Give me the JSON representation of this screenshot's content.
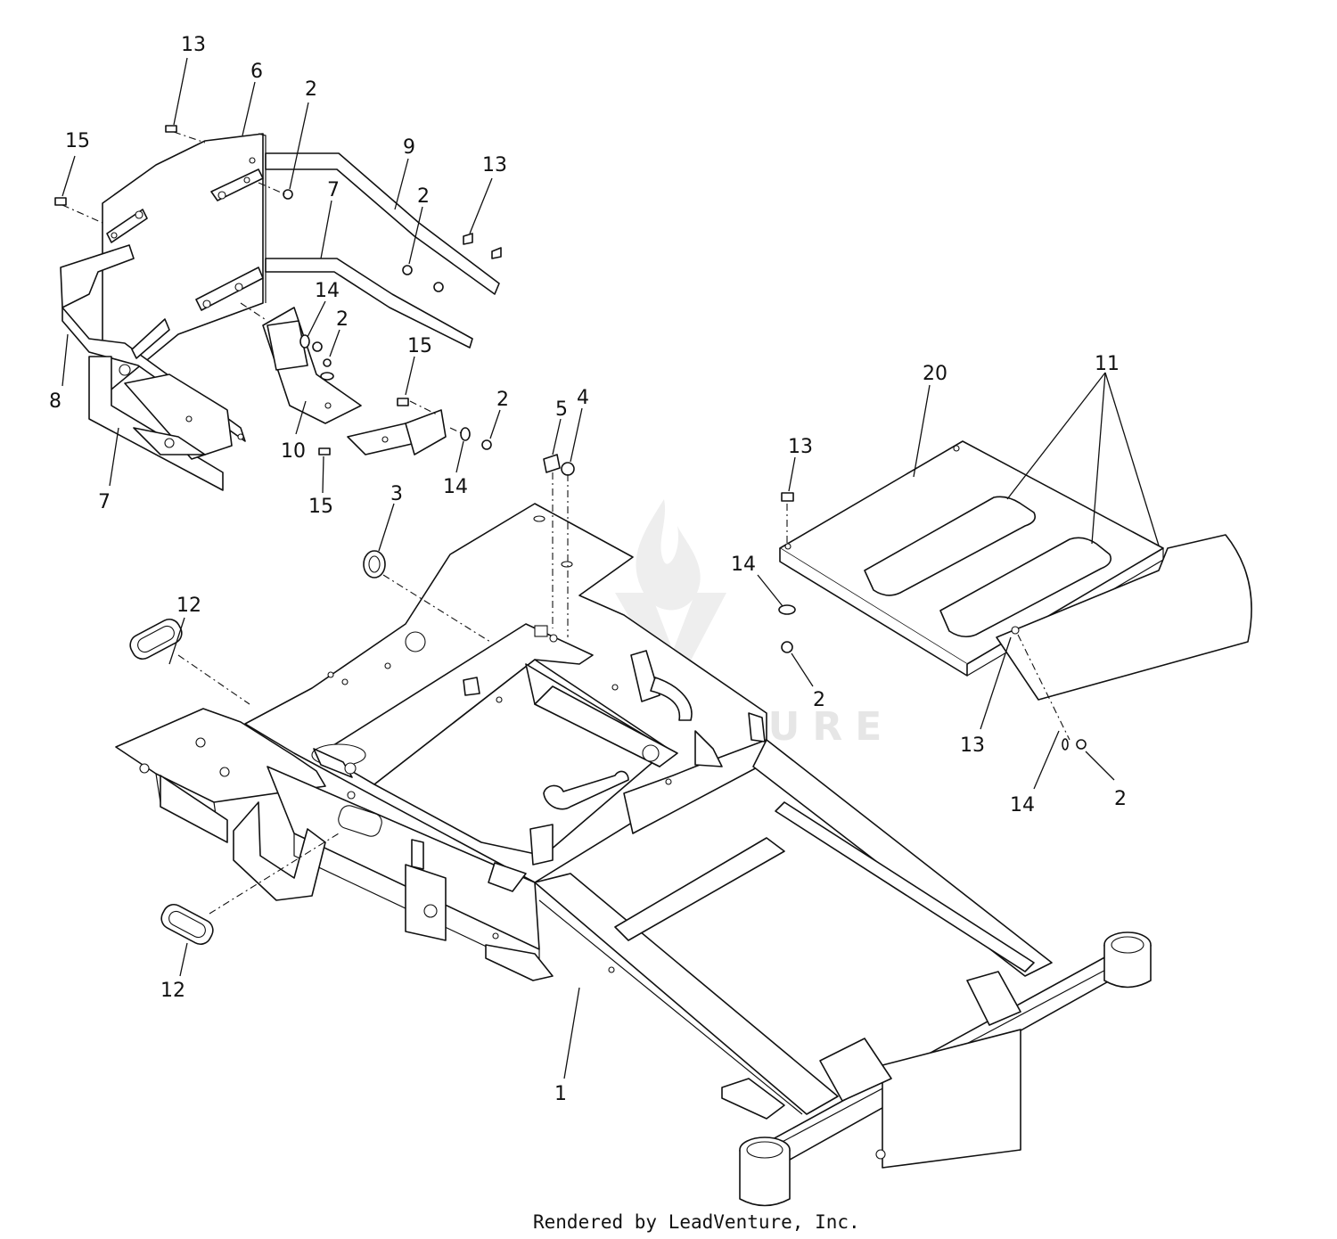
{
  "diagram": {
    "callouts": [
      {
        "id": "c13a",
        "label": "13"
      },
      {
        "id": "c6",
        "label": "6"
      },
      {
        "id": "c2a",
        "label": "2"
      },
      {
        "id": "c15a",
        "label": "15"
      },
      {
        "id": "c9",
        "label": "9"
      },
      {
        "id": "c13b",
        "label": "13"
      },
      {
        "id": "c7a",
        "label": "7"
      },
      {
        "id": "c2b",
        "label": "2"
      },
      {
        "id": "c14a",
        "label": "14"
      },
      {
        "id": "c2c",
        "label": "2"
      },
      {
        "id": "c8",
        "label": "8"
      },
      {
        "id": "c15b",
        "label": "15"
      },
      {
        "id": "c10",
        "label": "10"
      },
      {
        "id": "c2d",
        "label": "2"
      },
      {
        "id": "c7b",
        "label": "7"
      },
      {
        "id": "c14b",
        "label": "14"
      },
      {
        "id": "c15c",
        "label": "15"
      },
      {
        "id": "c5",
        "label": "5"
      },
      {
        "id": "c4",
        "label": "4"
      },
      {
        "id": "c3",
        "label": "3"
      },
      {
        "id": "c20",
        "label": "20"
      },
      {
        "id": "c11",
        "label": "11"
      },
      {
        "id": "c13c",
        "label": "13"
      },
      {
        "id": "c14c",
        "label": "14"
      },
      {
        "id": "c2e",
        "label": "2"
      },
      {
        "id": "c13d",
        "label": "13"
      },
      {
        "id": "c14d",
        "label": "14"
      },
      {
        "id": "c2f",
        "label": "2"
      },
      {
        "id": "c12a",
        "label": "12"
      },
      {
        "id": "c12b",
        "label": "12"
      },
      {
        "id": "c1",
        "label": "1"
      }
    ]
  },
  "footer": {
    "text": "Rendered by LeadVenture, Inc."
  },
  "watermark": {
    "text": "LEADVENTURE"
  },
  "colors": {
    "line": "#111111",
    "background": "#ffffff",
    "watermark": "#e6e6e6"
  }
}
